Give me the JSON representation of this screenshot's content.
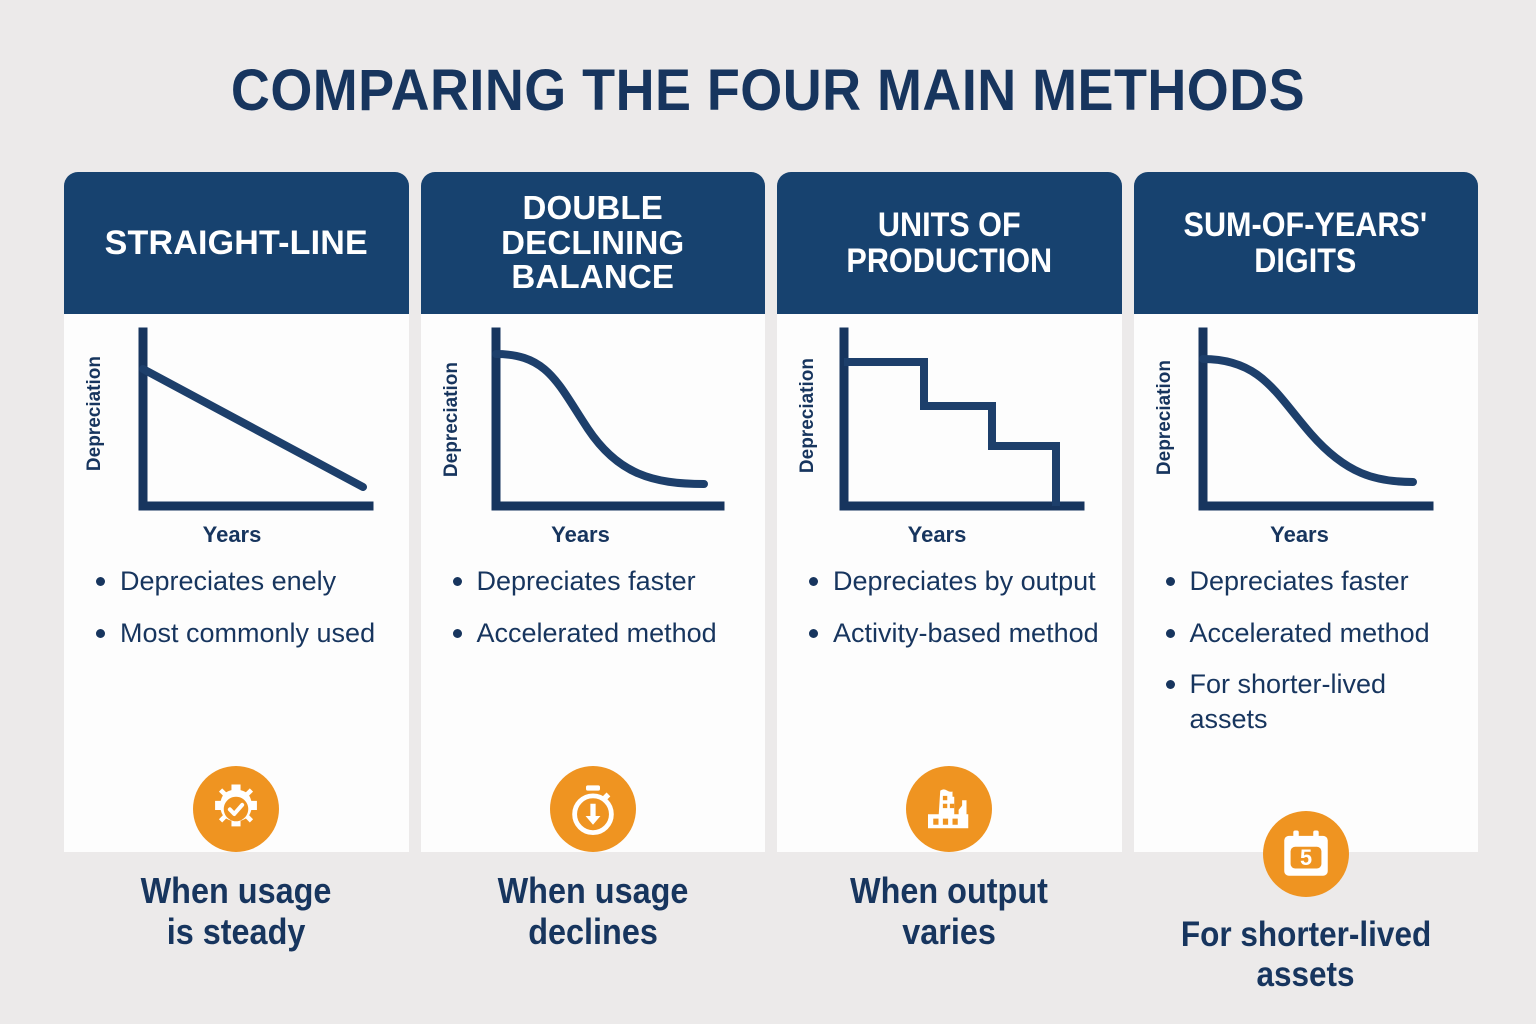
{
  "title": "COMPARING THE FOUR MAIN METHODS",
  "colors": {
    "background": "#eceaea",
    "header_navy": "#17426f",
    "text_navy": "#17355e",
    "accent_orange": "#ef9421",
    "card_white": "#fdfdfd"
  },
  "cards": [
    {
      "header": "STRAIGHT-LINE",
      "header_lines": [
        "STRAIGHT-LINE"
      ],
      "chart": {
        "ylabel": "Depreciation",
        "xlabel": "Years"
      },
      "bullets": [
        "Depreciates enely",
        "Most commonly used"
      ],
      "icon": "gear-check-icon",
      "caption_lines": [
        "When usage",
        "is steady"
      ]
    },
    {
      "header": "DOUBLE DECLINING BALANCE",
      "header_lines": [
        "DOUBLE",
        "DECLINING",
        "BALANCE"
      ],
      "chart": {
        "ylabel": "Depreciation",
        "xlabel": "Years"
      },
      "bullets": [
        "Depreciates faster",
        "Accelerated method"
      ],
      "icon": "stopwatch-down-arrow-icon",
      "caption_lines": [
        "When usage",
        "declines"
      ]
    },
    {
      "header": "UNITS OF PRODUCTION",
      "header_lines": [
        "UNITS OF",
        "PRODUCTION"
      ],
      "chart": {
        "ylabel": "Depreciation",
        "xlabel": "Years"
      },
      "bullets": [
        "Depreciates by output",
        "Activity-based method"
      ],
      "icon": "factory-icon",
      "caption_lines": [
        "When output",
        "varies"
      ]
    },
    {
      "header": "SUM-OF-YEARS' DIGITS",
      "header_lines": [
        "SUM-OF-YEARS'",
        "DIGITS"
      ],
      "chart": {
        "ylabel": "Depreciation",
        "xlabel": "Years"
      },
      "bullets": [
        "Depreciates faster",
        "Accelerated method",
        "For shorter-lived assets"
      ],
      "icon": "calendar-5-icon",
      "icon_label": "5",
      "caption_lines": [
        "For shorter-lived",
        "assets"
      ]
    }
  ],
  "chart_data": [
    {
      "type": "line",
      "title": "STRAIGHT-LINE",
      "xlabel": "Years",
      "ylabel": "Depreciation",
      "x": [
        0,
        1,
        2,
        3,
        4,
        5
      ],
      "values": [
        100,
        84,
        68,
        52,
        36,
        20
      ],
      "xlim": [
        0,
        5
      ],
      "ylim": [
        0,
        110
      ],
      "grid": false,
      "legend": null,
      "note": "Constant (linear) decline across the asset life"
    },
    {
      "type": "line",
      "title": "DOUBLE DECLINING BALANCE",
      "xlabel": "Years",
      "ylabel": "Depreciation",
      "x": [
        0,
        1,
        2,
        3,
        4,
        5
      ],
      "values": [
        100,
        95,
        76,
        40,
        16,
        8
      ],
      "xlim": [
        0,
        5
      ],
      "ylim": [
        0,
        110
      ],
      "grid": false,
      "legend": null,
      "note": "S-shaped accelerated decline flattening near zero"
    },
    {
      "type": "bar",
      "title": "UNITS OF PRODUCTION",
      "xlabel": "Years",
      "ylabel": "Depreciation",
      "categories": [
        "1",
        "2",
        "3"
      ],
      "values": [
        88,
        66,
        40
      ],
      "xlim": [
        0,
        4
      ],
      "ylim": [
        0,
        110
      ],
      "grid": false,
      "legend": null,
      "note": "Step chart - three descending levels then drop to zero"
    },
    {
      "type": "line",
      "title": "SUM-OF-YEARS' DIGITS",
      "xlabel": "Years",
      "ylabel": "Depreciation",
      "x": [
        0,
        1,
        2,
        3,
        4,
        5
      ],
      "values": [
        100,
        94,
        80,
        52,
        26,
        14
      ],
      "xlim": [
        0,
        5
      ],
      "ylim": [
        0,
        110
      ],
      "grid": false,
      "legend": null,
      "note": "Accelerated S-curve, slightly more gradual than DDB"
    }
  ]
}
